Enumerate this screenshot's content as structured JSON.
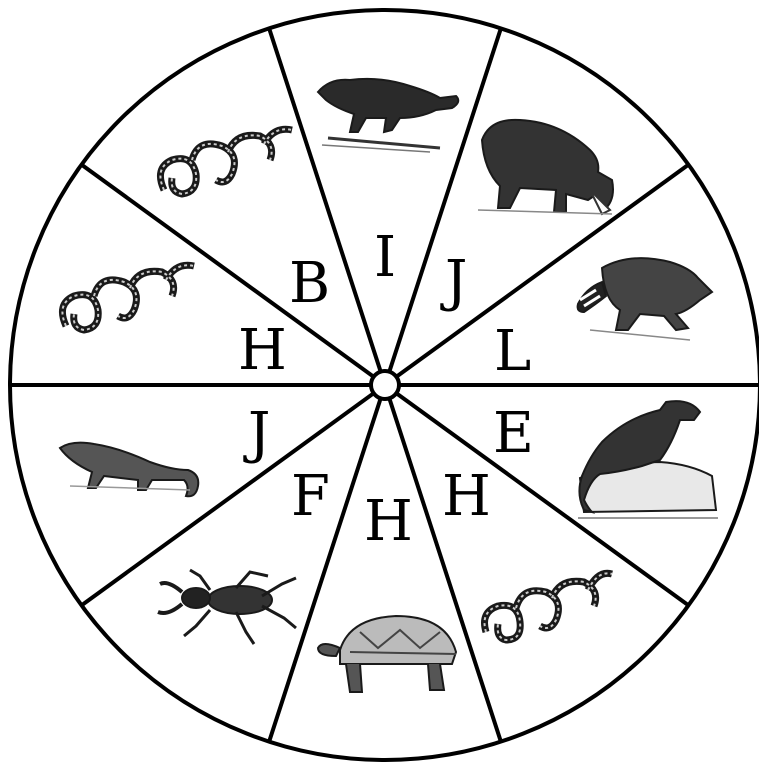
{
  "wheel": {
    "colors": {
      "line": "#000000",
      "background": "#ffffff",
      "ink": "#1a1a1a"
    },
    "sectors": [
      {
        "letter": "I",
        "icon": "wolverine-icon"
      },
      {
        "letter": "J",
        "icon": "bear-icon"
      },
      {
        "letter": "L",
        "icon": "raccoon-icon"
      },
      {
        "letter": "E",
        "icon": "otter-icon"
      },
      {
        "letter": "H",
        "icon": "snake-icon"
      },
      {
        "letter": "H",
        "icon": "tortoise-icon"
      },
      {
        "letter": "F",
        "icon": "stag-beetle-icon"
      },
      {
        "letter": "J",
        "icon": "mongoose-icon"
      },
      {
        "letter": "H",
        "icon": "snake-icon"
      },
      {
        "letter": "B",
        "icon": "snake-icon"
      }
    ]
  }
}
